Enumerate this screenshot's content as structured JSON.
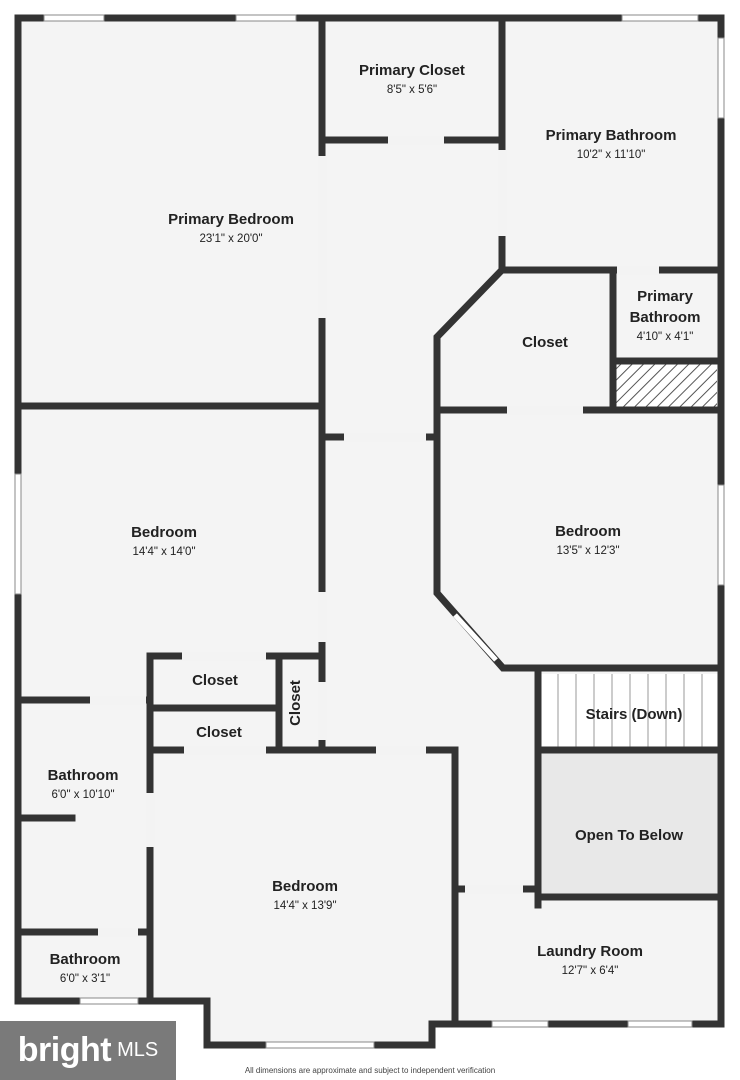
{
  "rooms": [
    {
      "name": "Primary Bedroom",
      "dims": "23'1\" x 20'0\""
    },
    {
      "name": "Primary Closet",
      "dims": "8'5\" x 5'6\""
    },
    {
      "name": "Primary Bathroom",
      "dims": "10'2\" x 11'10\""
    },
    {
      "name_line1": "Primary",
      "name_line2": "Bathroom",
      "dims": "4'10\" x 4'1\""
    },
    {
      "name": "Closet"
    },
    {
      "name": "Bedroom",
      "dims": "14'4\" x 14'0\""
    },
    {
      "name": "Bedroom",
      "dims": "13'5\" x 12'3\""
    },
    {
      "name": "Closet"
    },
    {
      "name": "Closet"
    },
    {
      "name": "Closet"
    },
    {
      "name": "Stairs (Down)"
    },
    {
      "name": "Bathroom",
      "dims": "6'0\" x 10'10\""
    },
    {
      "name": "Open To Below"
    },
    {
      "name": "Bedroom",
      "dims": "14'4\" x 13'9\""
    },
    {
      "name": "Laundry Room",
      "dims": "12'7\" x 6'4\""
    },
    {
      "name": "Bathroom",
      "dims": "6'0\" x 3'1\""
    }
  ],
  "logo": {
    "brand": "bright",
    "suffix": "MLS"
  },
  "disclaimer": "All dimensions are approximate and subject to independent verification"
}
